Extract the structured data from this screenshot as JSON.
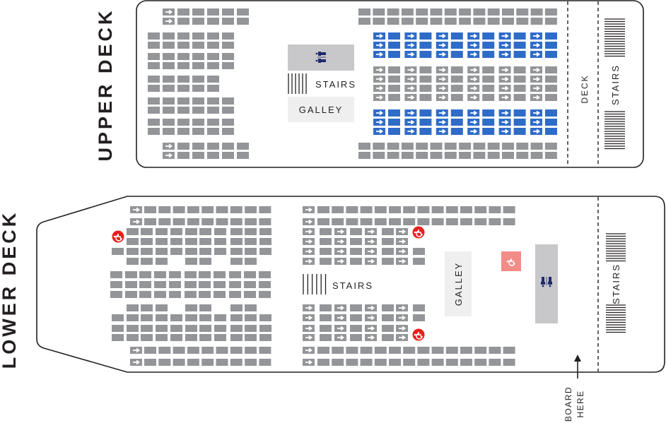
{
  "decks": {
    "upper": {
      "title": "UPPER DECK",
      "stairs_label": "STAIRS",
      "galley_label": "GALLEY",
      "deck_label": "DECK",
      "side_stairs_label": "STAIRS",
      "restroom_icon": "restroom-icon"
    },
    "lower": {
      "title": "LOWER DECK",
      "stairs_label": "STAIRS",
      "galley_label": "GALLEY",
      "side_stairs_label": "STAIRS",
      "restroom_icon": "restroom-icon",
      "accessible_icon": "wheelchair-icon",
      "board_label_1": "BOARD",
      "board_label_2": "HERE"
    }
  },
  "colors": {
    "seat": "#939598",
    "seat_highlight": "#2f6cc8",
    "accessible": "#e8201b",
    "accessible_area": "#f28c87",
    "restroom_area": "#c8c8ca",
    "galley_area": "#efefef",
    "restroom_icon": "#1f2a6e",
    "outline": "#231f20"
  }
}
